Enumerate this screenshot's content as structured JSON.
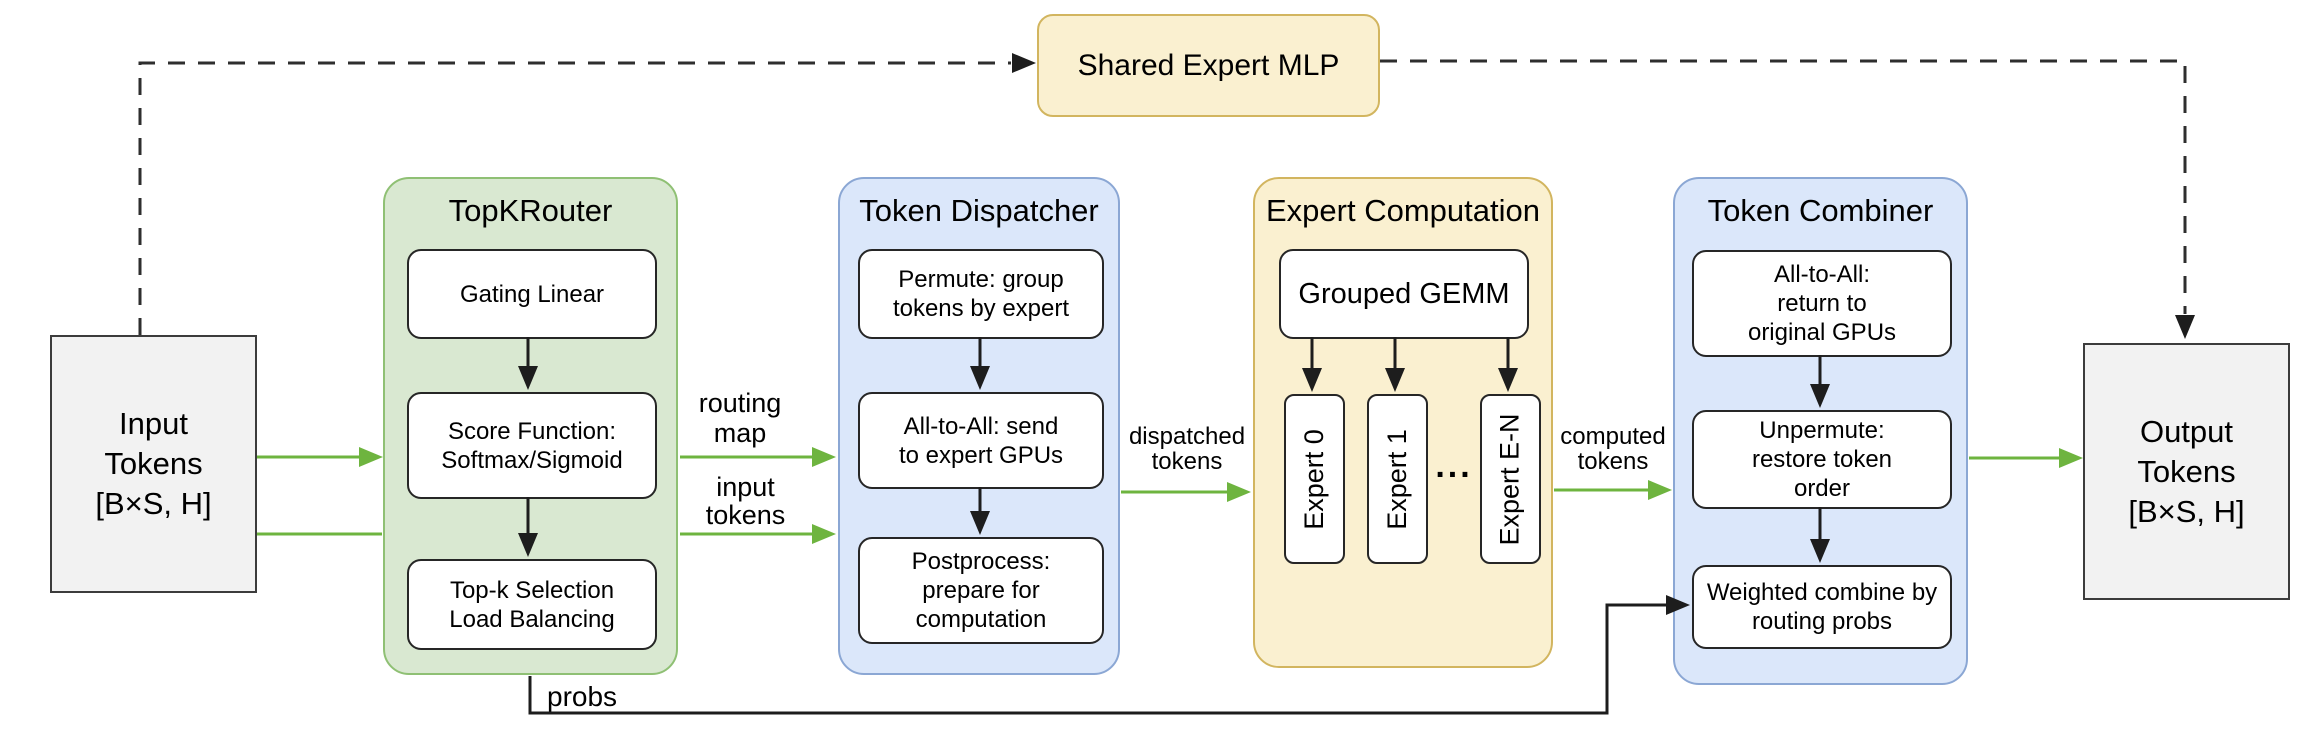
{
  "nodes": {
    "input_tokens": "Input\nTokens\n[B×S, H]",
    "output_tokens": "Output\nTokens\n[B×S, H]",
    "shared_expert_mlp": "Shared Expert MLP"
  },
  "containers": {
    "topk_router": {
      "title": "TopKRouter",
      "steps": [
        "Gating Linear",
        "Score Function:\nSoftmax/Sigmoid",
        "Top-k Selection\nLoad Balancing"
      ]
    },
    "token_dispatcher": {
      "title": "Token Dispatcher",
      "steps": [
        "Permute: group\ntokens by expert",
        "All-to-All: send\nto expert GPUs",
        "Postprocess:\nprepare for\ncomputation"
      ]
    },
    "expert_computation": {
      "title": "Expert Computation",
      "gemm": "Grouped GEMM",
      "experts": [
        "Expert 0",
        "Expert 1",
        "Expert E-N"
      ],
      "ellipsis": "..."
    },
    "token_combiner": {
      "title": "Token Combiner",
      "steps": [
        "All-to-All:\nreturn to\noriginal GPUs",
        "Unpermute:\nrestore token\norder",
        "Weighted combine by\nrouting probs"
      ]
    }
  },
  "edge_labels": {
    "routing_map": "routing\nmap",
    "input_tokens": "input\ntokens",
    "dispatched_tokens": "dispatched\ntokens",
    "computed_tokens": "computed\ntokens",
    "probs": "probs"
  },
  "colors": {
    "green_container_fill": "#d9e8d1",
    "green_container_border": "#8fc074",
    "blue_container_fill": "#dbe7fa",
    "blue_container_border": "#8ba7d4",
    "yellow_container_fill": "#faf0d0",
    "yellow_container_border": "#d2b55f",
    "io_node_fill": "#f2f2f2",
    "io_node_border": "#3c3c3c",
    "step_box_fill": "#ffffff",
    "step_box_border": "#262626",
    "arrow_green": "#6eb43f",
    "arrow_black": "#1d1d1d",
    "dashed_line": "#2e2e2e"
  }
}
